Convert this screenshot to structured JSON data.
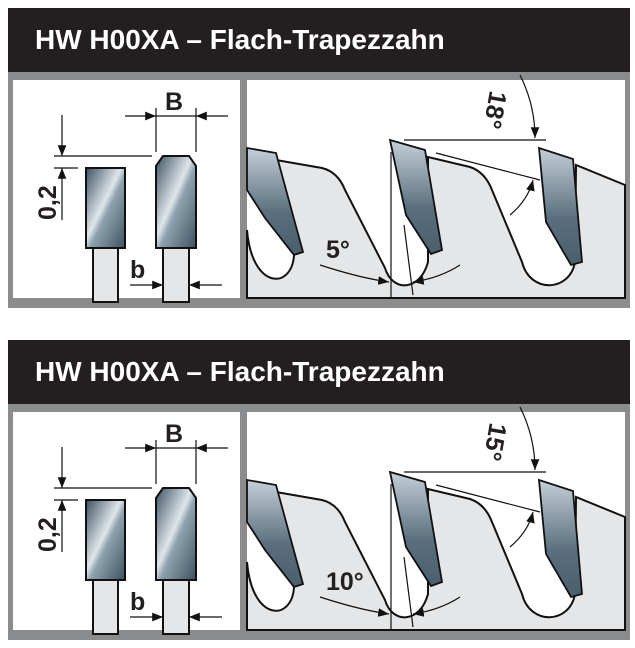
{
  "panels": [
    {
      "title": "HW H00XA – Flach-Trapezzahn",
      "dim_width_major": "B",
      "dim_width_minor": "b",
      "dim_height": "0,2",
      "rake_angle": "5°",
      "top_angle": "18°"
    },
    {
      "title": "HW H00XA – Flach-Trapezzahn",
      "dim_width_major": "B",
      "dim_width_minor": "b",
      "dim_height": "0,2",
      "rake_angle": "10°",
      "top_angle": "15°"
    }
  ],
  "colors": {
    "header": "#231f20",
    "frame": "#8a8c8e",
    "blade": "#e4e6e8",
    "carbide": "#5f7585"
  }
}
